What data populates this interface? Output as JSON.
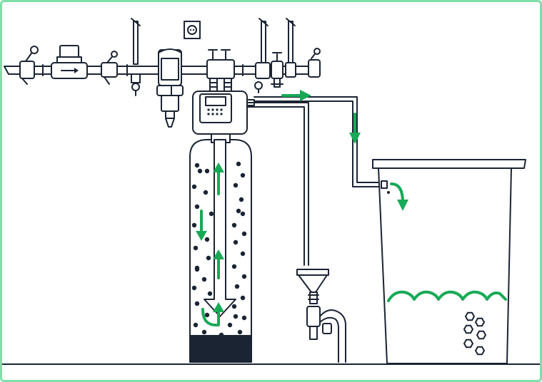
{
  "colors": {
    "outline": "#1b2433",
    "flow": "#18a957",
    "frame_border": "#7ee0a8",
    "background": "#ffffff"
  },
  "components": [
    {
      "name": "main-water-pipe",
      "icon": "pipe"
    },
    {
      "name": "water-meter",
      "icon": "water-meter-icon"
    },
    {
      "name": "check-valve",
      "icon": "valve-icon"
    },
    {
      "name": "sediment-filter",
      "icon": "filter-icon"
    },
    {
      "name": "electrical-outlet",
      "icon": "outlet-icon"
    },
    {
      "name": "bypass-valves",
      "icon": "valve-icon"
    },
    {
      "name": "softener-control-head",
      "icon": "control-panel-icon"
    },
    {
      "name": "resin-tank",
      "icon": "tank-icon"
    },
    {
      "name": "drain-line",
      "icon": "pipe"
    },
    {
      "name": "floor-drain-funnel",
      "icon": "funnel-icon"
    },
    {
      "name": "p-trap",
      "icon": "trap-icon"
    },
    {
      "name": "brine-line",
      "icon": "pipe"
    },
    {
      "name": "brine-tank",
      "icon": "tank-icon"
    },
    {
      "name": "salt-pellets",
      "icon": "hexagon-icon"
    }
  ],
  "flow": {
    "in_tank": [
      "up",
      "down",
      "up",
      "u-turn"
    ],
    "brine_line": [
      "right",
      "down",
      "into-tank"
    ]
  }
}
